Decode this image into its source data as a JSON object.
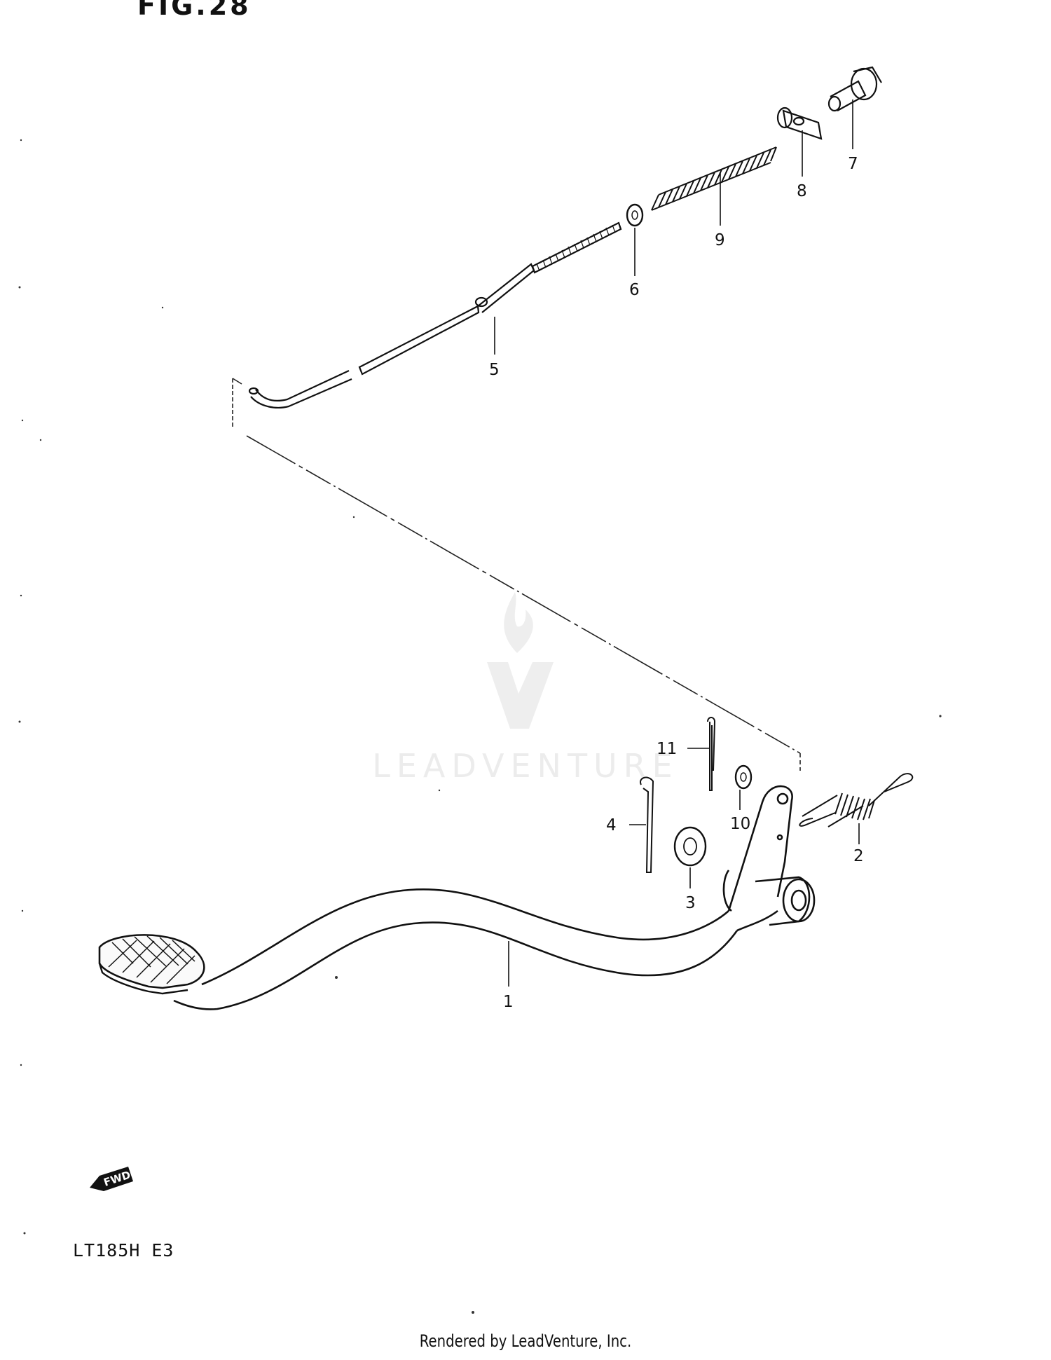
{
  "title_fragment": "FIG.28",
  "watermark": "LEADVENTURE",
  "model_code": "LT185H E3",
  "footer": "Rendered by LeadVenture, Inc.",
  "fwd_label": "FWD",
  "callouts": [
    "1",
    "2",
    "3",
    "4",
    "5",
    "6",
    "7",
    "8",
    "9",
    "10",
    "11"
  ],
  "parts": [
    {
      "ref": "1",
      "part": "brake-pedal"
    },
    {
      "ref": "2",
      "part": "return-spring"
    },
    {
      "ref": "3",
      "part": "washer"
    },
    {
      "ref": "4",
      "part": "cotter-pin"
    },
    {
      "ref": "5",
      "part": "brake-rod"
    },
    {
      "ref": "6",
      "part": "washer"
    },
    {
      "ref": "7",
      "part": "pin"
    },
    {
      "ref": "8",
      "part": "joint"
    },
    {
      "ref": "9",
      "part": "spring"
    },
    {
      "ref": "10",
      "part": "washer"
    },
    {
      "ref": "11",
      "part": "cotter-pin"
    }
  ]
}
